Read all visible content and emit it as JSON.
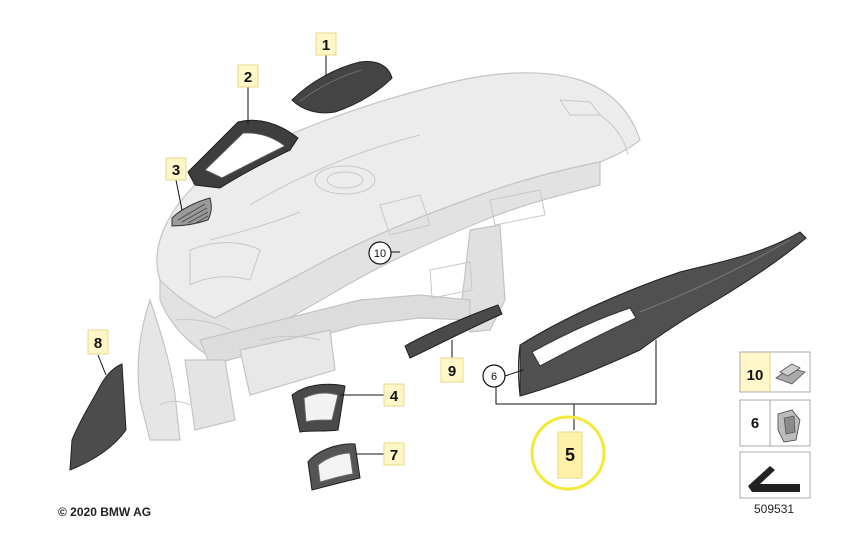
{
  "labels": {
    "part_1": "1",
    "part_2": "2",
    "part_3": "3",
    "part_4": "4",
    "part_5": "5",
    "part_6": "6",
    "part_7": "7",
    "part_8": "8",
    "part_9": "9",
    "part_10": "10"
  },
  "legend": {
    "item_10": "10",
    "item_6": "6"
  },
  "footer": {
    "copyright": "© 2020 BMW AG",
    "diagram_id": "509531"
  },
  "colors": {
    "callout_box": "#fff7c8",
    "callout_box_border": "#e8d88a",
    "highlight_circle": "#f2e93a",
    "dashboard_fill": "#ebebeb",
    "dashboard_stroke": "#c6c6c6",
    "trim_dark": "#3a3a3a",
    "trim_mid": "#6b6b6b"
  },
  "icons": [
    "clip-icon",
    "retainer-icon",
    "arrow-icon"
  ]
}
